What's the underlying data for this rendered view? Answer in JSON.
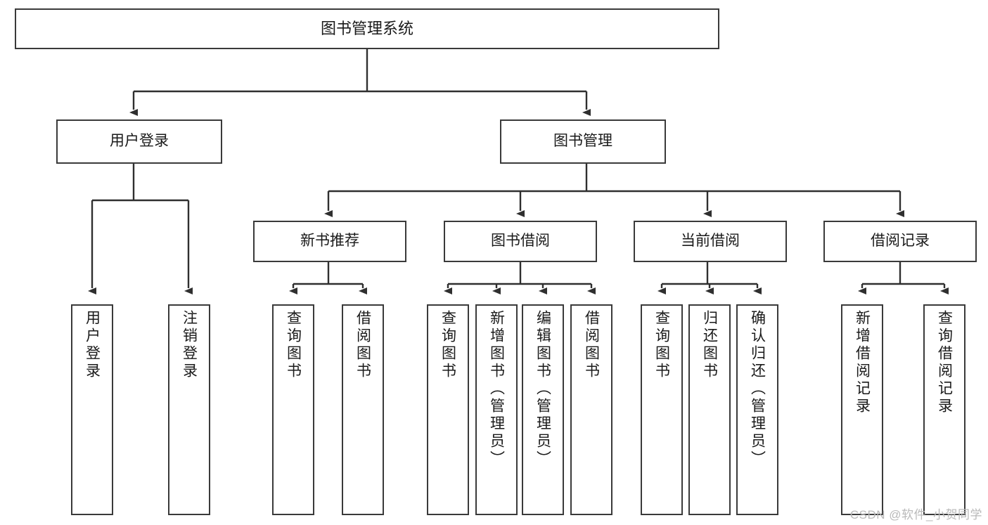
{
  "diagram": {
    "title": "图书管理系统",
    "type": "tree-hierarchy",
    "orientation": "top-down",
    "colors": {
      "box_border": "#3a3a3a",
      "box_fill": "#ffffff",
      "connector": "#2f2f2f",
      "text": "#1a1a1a",
      "watermark": "#b9b9b9",
      "background": "#ffffff"
    }
  },
  "root": {
    "label": "图书管理系统"
  },
  "level1": [
    {
      "label": "用户登录"
    },
    {
      "label": "图书管理"
    }
  ],
  "level2": [
    {
      "label": "新书推荐"
    },
    {
      "label": "图书借阅"
    },
    {
      "label": "当前借阅"
    },
    {
      "label": "借阅记录"
    }
  ],
  "leaves": {
    "user_login": [
      {
        "label": "用户登录"
      },
      {
        "label": "注销登录"
      }
    ],
    "new_book_recommend": [
      {
        "label": "查询图书"
      },
      {
        "label": "借阅图书"
      }
    ],
    "book_borrow": [
      {
        "label": "查询图书"
      },
      {
        "label": "新增图书（管理员）"
      },
      {
        "label": "编辑图书（管理员）"
      },
      {
        "label": "借阅图书"
      }
    ],
    "current_borrow": [
      {
        "label": "查询图书"
      },
      {
        "label": "归还图书"
      },
      {
        "label": "确认归还（管理员）"
      }
    ],
    "borrow_record": [
      {
        "label": "新增借阅记录"
      },
      {
        "label": "查询借阅记录"
      }
    ]
  },
  "watermark": {
    "text": "CSDN @软件_小贺同学"
  }
}
